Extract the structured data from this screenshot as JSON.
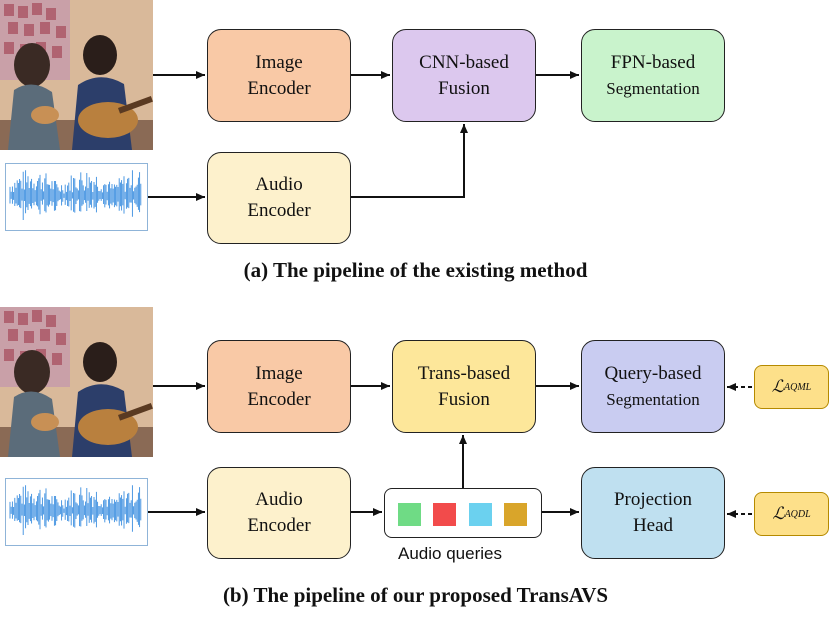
{
  "panel_a": {
    "image_encoder": [
      "Image",
      "Encoder"
    ],
    "fusion": [
      "CNN-based",
      "Fusion"
    ],
    "segmentation": [
      "FPN-based",
      "Segmentation"
    ],
    "audio_encoder": [
      "Audio",
      "Encoder"
    ],
    "caption": "(a) The pipeline of the existing method"
  },
  "panel_b": {
    "image_encoder": [
      "Image",
      "Encoder"
    ],
    "fusion": [
      "Trans-based",
      "Fusion"
    ],
    "segmentation": [
      "Query-based",
      "Segmentation"
    ],
    "audio_encoder": [
      "Audio",
      "Encoder"
    ],
    "projection": [
      "Projection",
      "Head"
    ],
    "audio_queries_label": "Audio queries",
    "loss_aqml": "L",
    "loss_aqml_sub": "AQML",
    "loss_aqdl": "L",
    "loss_aqdl_sub": "AQDL",
    "caption": "(b) The pipeline of our proposed TransAVS"
  },
  "colors": {
    "image_encoder": "#f9c9a6",
    "cnn_fusion": "#dcc8ee",
    "fpn_seg": "#c9f3cc",
    "audio_encoder": "#fdf1cc",
    "trans_fusion": "#fde79a",
    "query_seg": "#c9ccf1",
    "projection_head": "#bfe0f0",
    "query_colors": [
      "#6fdb85",
      "#f24b4b",
      "#6bd1ef",
      "#d9a52a"
    ],
    "waveform": "#3a8ee0"
  }
}
